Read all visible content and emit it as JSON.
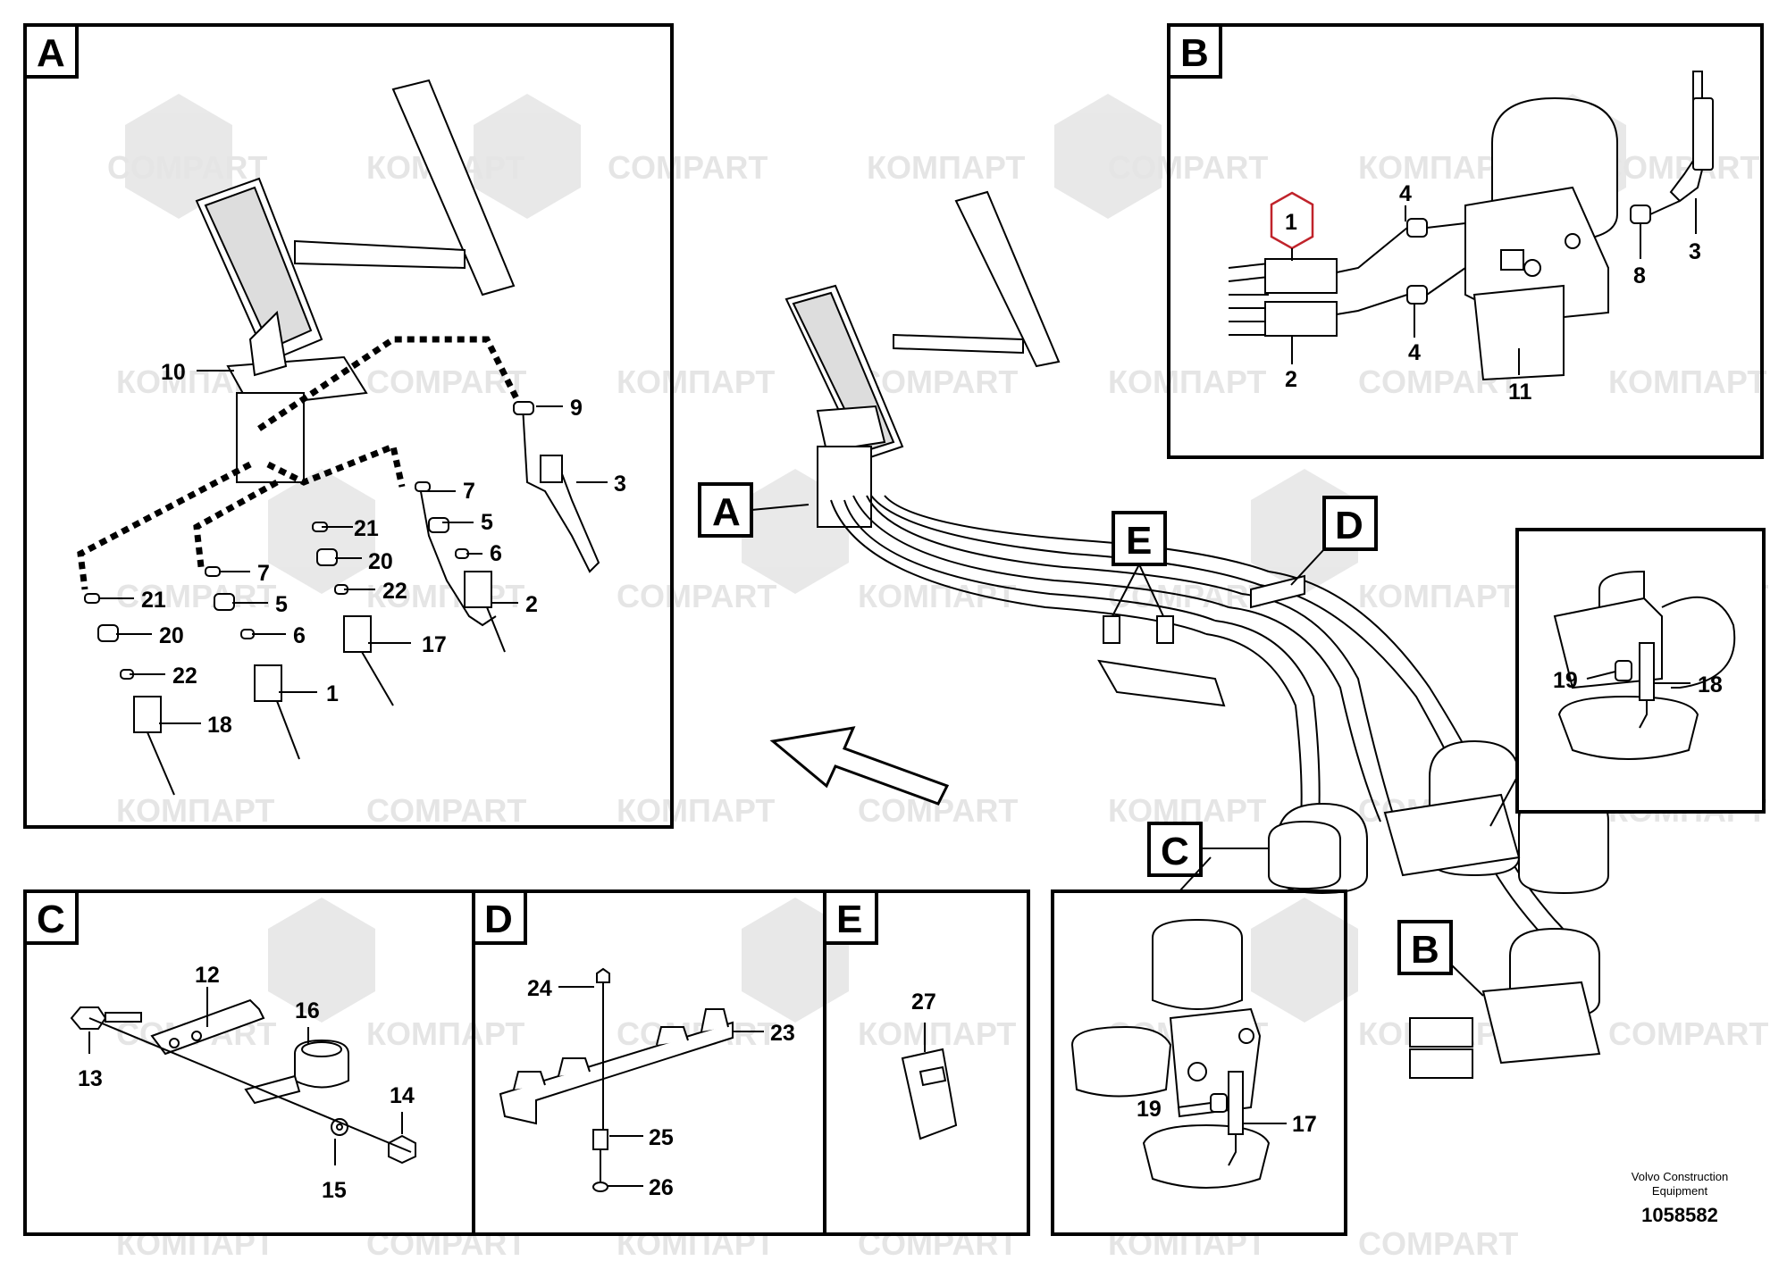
{
  "watermarks": [
    "COMPART",
    "КОМПАРТ"
  ],
  "panels": {
    "A": {
      "letter": "A",
      "callouts": [
        "10",
        "9",
        "3",
        "7",
        "5",
        "6",
        "21",
        "20",
        "22",
        "2",
        "7",
        "5",
        "6",
        "1",
        "21",
        "20",
        "22",
        "18",
        "17"
      ]
    },
    "B": {
      "letter": "B",
      "callouts": [
        "1",
        "4",
        "4",
        "2",
        "11",
        "8",
        "3"
      ],
      "highlighted_callout": "1",
      "highlight_color": "#c0232b"
    },
    "C": {
      "letter": "C",
      "callouts": [
        "12",
        "13",
        "16",
        "14",
        "15"
      ]
    },
    "D": {
      "letter": "D",
      "callouts": [
        "24",
        "23",
        "25",
        "26"
      ]
    },
    "E": {
      "letter": "E",
      "callouts": [
        "27"
      ]
    },
    "D2": {
      "callouts": [
        "19",
        "18"
      ]
    },
    "C2": {
      "callouts": [
        "19",
        "17"
      ]
    }
  },
  "main_view": {
    "labels": [
      "A",
      "E",
      "D",
      "C",
      "B"
    ]
  },
  "footer": {
    "company_line1": "Volvo Construction",
    "company_line2": "Equipment",
    "doc_number": "1058582"
  }
}
